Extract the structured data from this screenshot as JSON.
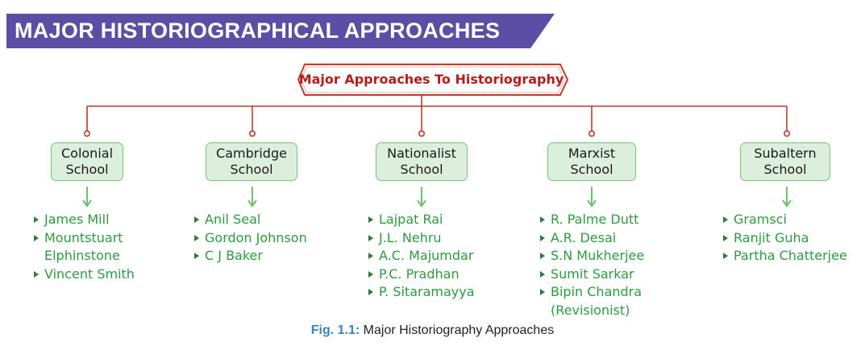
{
  "banner": {
    "title": "MAJOR HISTORIOGRAPHICAL APPROACHES",
    "color": "#5b4ea4"
  },
  "root": {
    "label": "Major Approaches To Historiography",
    "color": "#b71c1c"
  },
  "schools": [
    {
      "line1": "Colonial",
      "line2": "School",
      "items": [
        "James Mill",
        "Mountstuart",
        "Elphinstone",
        "Vincent Smith"
      ],
      "bullets": [
        true,
        true,
        false,
        true
      ]
    },
    {
      "line1": "Cambridge",
      "line2": "School",
      "items": [
        "Anil Seal",
        "Gordon Johnson",
        "C J Baker"
      ],
      "bullets": [
        true,
        true,
        true
      ]
    },
    {
      "line1": "Nationalist",
      "line2": "School",
      "items": [
        "Lajpat Rai",
        "J.L. Nehru",
        "A.C. Majumdar",
        "P.C. Pradhan",
        "P. Sitaramayya"
      ],
      "bullets": [
        true,
        true,
        true,
        true,
        true
      ]
    },
    {
      "line1": "Marxist",
      "line2": "School",
      "items": [
        "R. Palme Dutt",
        "A.R. Desai",
        "S.N Mukherjee",
        "Sumit Sarkar",
        "Bipin Chandra",
        "(Revisionist)"
      ],
      "bullets": [
        true,
        true,
        true,
        true,
        true,
        false
      ]
    },
    {
      "line1": "Subaltern",
      "line2": "School",
      "items": [
        "Gramsci",
        "Ranjit Guha",
        "Partha Chatterjee"
      ],
      "bullets": [
        true,
        true,
        true
      ]
    }
  ],
  "caption": {
    "label": "Fig. 1.1:",
    "text": " Major Historiography Approaches"
  },
  "colors": {
    "connector": "#c0392b",
    "school_fill": "#dcefdc",
    "school_border": "#7cbf7c",
    "list_text": "#2e9a3e",
    "arrow": "#6fbf6f"
  }
}
